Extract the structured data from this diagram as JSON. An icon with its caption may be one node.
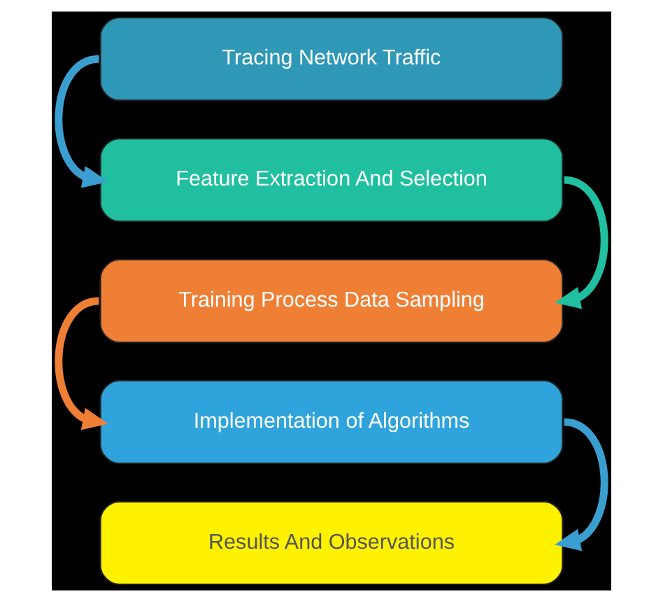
{
  "diagram": {
    "nodes": [
      {
        "text": [
          "Tracing Network Traffic"
        ]
      },
      {
        "text": [
          "Feature Extraction And Selection"
        ]
      },
      {
        "text": [
          "Training Process Data Sampling"
        ]
      },
      {
        "text": [
          "Implementation of Algorithms"
        ]
      },
      {
        "text": [
          "Results And Observations"
        ]
      }
    ],
    "edges": [
      {
        "from": 0,
        "to": 1,
        "arrow": "to",
        "color": "#3a9fd0"
      },
      {
        "from": 1,
        "to": 2,
        "arrow": "to",
        "color": "#1fbf9f"
      },
      {
        "from": 2,
        "to": 3,
        "arrow": "to",
        "color": "#ee7f35"
      },
      {
        "from": 3,
        "to": 4,
        "arrow": "to",
        "color": "#3a9fd0"
      }
    ]
  }
}
